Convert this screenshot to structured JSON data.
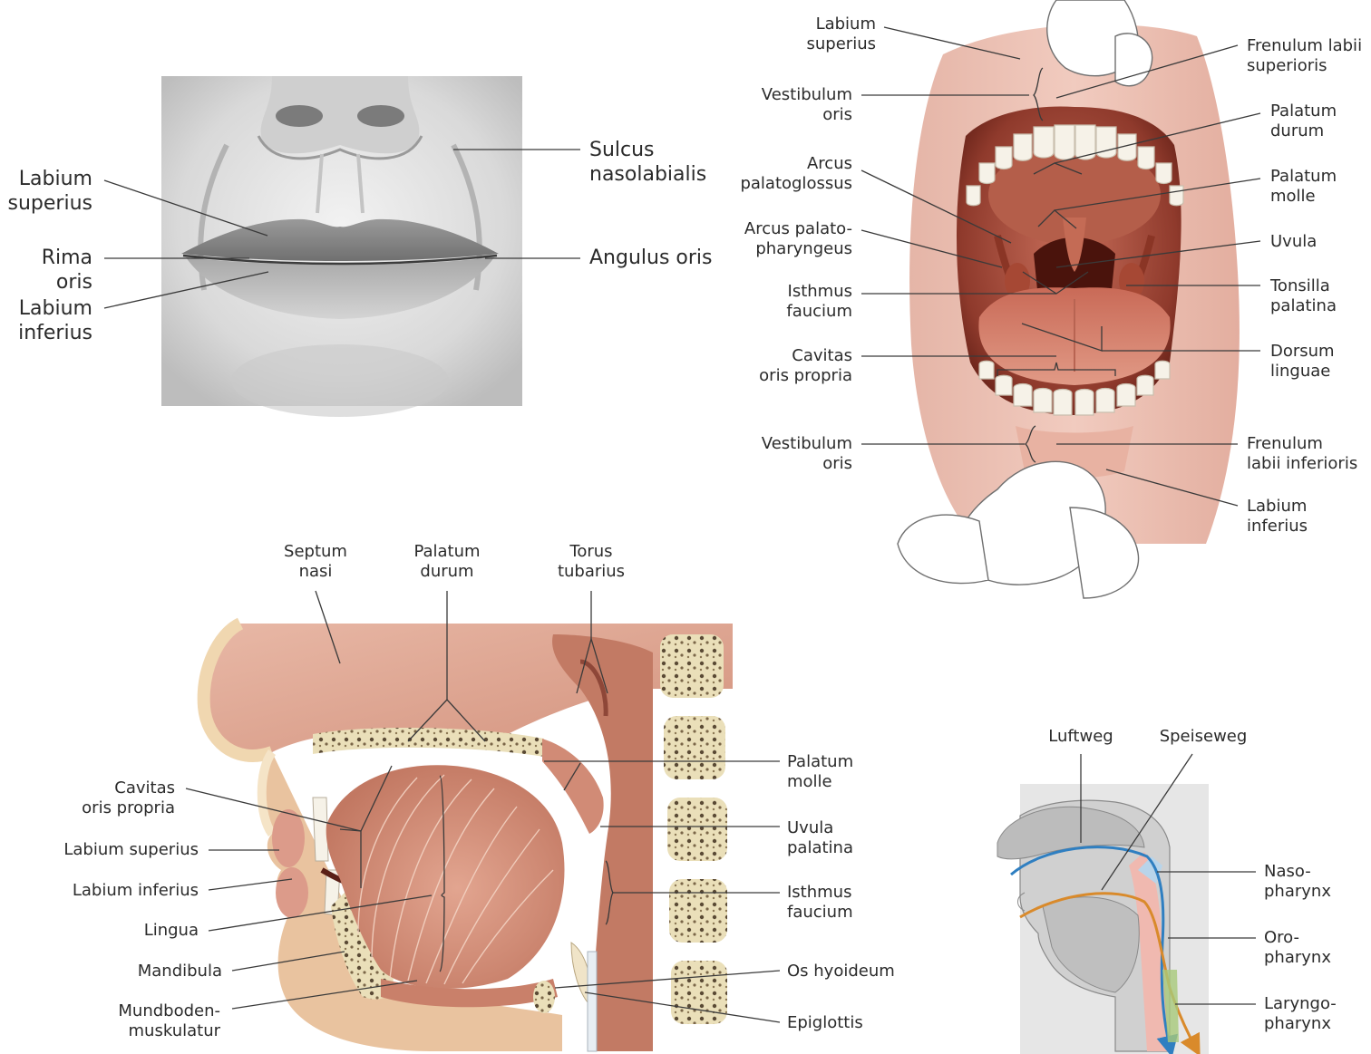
{
  "figure": {
    "lips": {
      "labels": {
        "labium_superius": "Labium\nsuperius",
        "rima_oris": "Rima oris",
        "labium_inferius": "Labium\ninferius",
        "sulcus_nasolabialis": "Sulcus\nnasolabialis",
        "angulus_oris": "Angulus oris"
      }
    },
    "open_mouth": {
      "labels": {
        "labium_superius": "Labium\nsuperius",
        "vestibulum_oris_top": "Vestibulum\noris",
        "arcus_palatoglossus": "Arcus\npalatoglossus",
        "arcus_palatopharyngeus": "Arcus palato-\npharyngeus",
        "isthmus_faucium": "Isthmus\nfaucium",
        "cavitas_oris_propria": "Cavitas\noris propria",
        "vestibulum_oris_bottom": "Vestibulum\noris",
        "frenulum_labii_superioris": "Frenulum labii\nsuperioris",
        "palatum_durum": "Palatum\ndurum",
        "palatum_molle": "Palatum\nmolle",
        "uvula": "Uvula",
        "tonsilla_palatina": "Tonsilla\npalatina",
        "dorsum_linguae": "Dorsum\nlinguae",
        "frenulum_labii_inferioris": "Frenulum\nlabii inferioris",
        "labium_inferius": "Labium\ninferius"
      }
    },
    "sagittal": {
      "labels": {
        "septum_nasi": "Septum\nnasi",
        "palatum_durum": "Palatum\ndurum",
        "torus_tubarius": "Torus\ntubarius",
        "cavitas_oris_propria": "Cavitas\noris propria",
        "labium_superius": "Labium superius",
        "labium_inferius": "Labium inferius",
        "lingua": "Lingua",
        "mandibula": "Mandibula",
        "mundbodenmuskulatur": "Mundboden-\nmuskulatur",
        "palatum_molle": "Palatum\nmolle",
        "uvula_palatina": "Uvula\npalatina",
        "isthmus_faucium": "Isthmus\nfaucium",
        "os_hyoideum": "Os hyoideum",
        "epiglottis": "Epiglottis"
      }
    },
    "schematic": {
      "labels": {
        "luftweg": "Luftweg",
        "speiseweg": "Speiseweg",
        "nasopharynx": "Naso-\npharynx",
        "oropharynx": "Oro-\npharynx",
        "laryngopharynx": "Laryngo-\npharynx"
      },
      "colors": {
        "airway": "#2f7fc1",
        "foodway": "#d98a2b"
      }
    }
  }
}
